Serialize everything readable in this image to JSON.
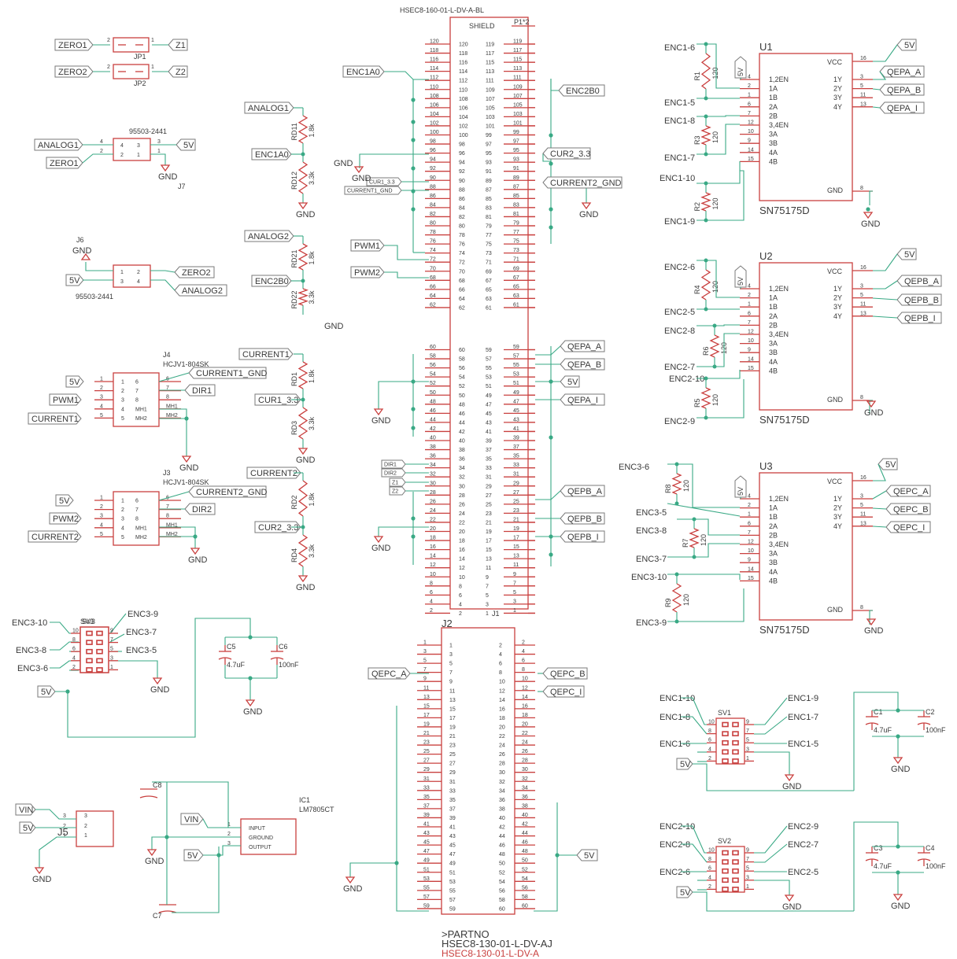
{
  "connectors": {
    "j1_top": "HSEC8-160-01-L-DV-A-BL",
    "j1_shield": "SHIELD",
    "j1_p1": "P1*2",
    "j1_name": "J1",
    "j2_name": "J2",
    "j2_partno": ">PARTNO",
    "j2_value1": "HSEC8-130-01-L-DV-AJ",
    "j2_value2": "HSEC8-130-01-L-DV-A"
  },
  "ic": {
    "u1": "U1",
    "u2": "U2",
    "u3": "U3",
    "part": "SN75175D",
    "vcc": "VCC",
    "gnd": "GND",
    "left_pins": [
      "1,2EN",
      "1A",
      "1B",
      "2A",
      "2B",
      "3,4EN",
      "3A",
      "3B",
      "4A",
      "4B"
    ],
    "left_nums": [
      "4",
      "2",
      "1",
      "6",
      "7",
      "12",
      "10",
      "9",
      "14",
      "15"
    ],
    "right_pins": [
      "1Y",
      "2Y",
      "3Y",
      "4Y"
    ],
    "right_nums": [
      "3",
      "5",
      "11",
      "13"
    ],
    "vcc_num": "16",
    "gnd_num": "8",
    "ic1": "IC1",
    "ic1_part": "LM7805CT",
    "reg_pins": [
      "INPUT",
      "GROUND",
      "OUTPUT"
    ]
  },
  "nets": {
    "zero1": "ZERO1",
    "zero2": "ZERO2",
    "z1": "Z1",
    "z2": "Z2",
    "analog1": "ANALOG1",
    "analog2": "ANALOG2",
    "enc1a0": "ENC1A0",
    "enc2b0": "ENC2B0",
    "pwm1": "PWM1",
    "pwm2": "PWM2",
    "current1": "CURRENT1",
    "current2": "CURRENT2",
    "current1_gnd": "CURRENT1_GND",
    "current2_gnd": "CURRENT2_GND",
    "cur1_33": "CUR1_3.3",
    "cur2_33": "CUR2_3.3",
    "dir1": "DIR1",
    "dir2": "DIR2",
    "v5": "5V",
    "vin": "VIN",
    "gnd": "GND",
    "qepa_a": "QEPA_A",
    "qepa_b": "QEPA_B",
    "qepa_i": "QEPA_I",
    "qepb_a": "QEPB_A",
    "qepb_b": "QEPB_B",
    "qepb_i": "QEPB_I",
    "qepc_a": "QEPC_A",
    "qepc_b": "QEPC_B",
    "qepc_i": "QEPC_I",
    "enc1": [
      "ENC1-5",
      "ENC1-6",
      "ENC1-7",
      "ENC1-8",
      "ENC1-9",
      "ENC1-10"
    ],
    "enc2": [
      "ENC2-5",
      "ENC2-6",
      "ENC2-7",
      "ENC2-8",
      "ENC2-9",
      "ENC2-10"
    ],
    "enc3": [
      "ENC3-5",
      "ENC3-6",
      "ENC3-7",
      "ENC3-8",
      "ENC3-9",
      "ENC3-10"
    ]
  },
  "parts": {
    "jp1": "JP1",
    "jp2": "JP2",
    "j7": "J7",
    "j6": "J6",
    "j5": "J5",
    "j4": "J4",
    "j3": "J3",
    "hcjv": "HCJV1-804SK",
    "molex": "95503-2441",
    "sv1": "SV1",
    "sv2": "SV2",
    "sv3": "SV3",
    "c1": "C1",
    "c2": "C2",
    "c3": "C3",
    "c4": "C4",
    "c5": "C5",
    "c6": "C6",
    "c7": "C7",
    "c8": "C8",
    "cap47": "4.7uF",
    "cap100": "100nF",
    "r1": "R1",
    "r2": "R2",
    "r3": "R3",
    "r4": "R4",
    "r5": "R5",
    "r6": "R6",
    "r7": "R7",
    "r8": "R8",
    "r9": "R9",
    "r120": "120",
    "rd1": "RD1",
    "rd2": "RD2",
    "rd3": "RD3",
    "rd4": "RD4",
    "rd11": "RD11",
    "rd12": "RD12",
    "rd21": "RD21",
    "rd22": "RD22",
    "r18k": "1.8k",
    "r33k": "3.3k",
    "mh1": "MH1",
    "mh2": "MH2"
  },
  "j1_left": [
    "120",
    "118",
    "116",
    "114",
    "112",
    "110",
    "108",
    "106",
    "104",
    "102",
    "100",
    "98",
    "96",
    "94",
    "92",
    "90",
    "88",
    "86",
    "84",
    "82",
    "80",
    "78",
    "76",
    "74",
    "72",
    "70",
    "68",
    "66",
    "64",
    "62",
    "60",
    "58",
    "56",
    "54",
    "52",
    "50",
    "48",
    "46",
    "44",
    "42",
    "40",
    "38",
    "36",
    "34",
    "32",
    "30",
    "28",
    "26",
    "24",
    "22",
    "20",
    "18",
    "16",
    "14",
    "12",
    "10",
    "8",
    "6",
    "4",
    "2"
  ],
  "j1_right": [
    "119",
    "117",
    "115",
    "113",
    "111",
    "109",
    "107",
    "105",
    "103",
    "101",
    "99",
    "97",
    "95",
    "93",
    "91",
    "89",
    "87",
    "85",
    "83",
    "81",
    "79",
    "77",
    "75",
    "73",
    "71",
    "69",
    "67",
    "65",
    "63",
    "61",
    "59",
    "57",
    "55",
    "53",
    "51",
    "49",
    "47",
    "45",
    "43",
    "41",
    "39",
    "37",
    "35",
    "33",
    "31",
    "29",
    "27",
    "25",
    "23",
    "21",
    "19",
    "17",
    "15",
    "13",
    "11",
    "9",
    "7",
    "5",
    "3",
    "1"
  ],
  "j2_left": [
    "1",
    "3",
    "5",
    "7",
    "9",
    "11",
    "13",
    "15",
    "17",
    "19",
    "21",
    "23",
    "25",
    "27",
    "29",
    "31",
    "33",
    "35",
    "37",
    "39",
    "41",
    "43",
    "45",
    "47",
    "49",
    "51",
    "53",
    "55",
    "57",
    "59"
  ],
  "j2_right": [
    "2",
    "4",
    "6",
    "8",
    "10",
    "12",
    "14",
    "16",
    "18",
    "20",
    "22",
    "24",
    "26",
    "28",
    "30",
    "32",
    "34",
    "36",
    "38",
    "40",
    "42",
    "44",
    "46",
    "48",
    "50",
    "52",
    "54",
    "56",
    "58",
    "60"
  ],
  "small_labels": {
    "cur1_33s": "CUR1_3.3",
    "cur1_gnds": "CURRENT1_GND",
    "dir1s": "DIR1",
    "dir2s": "DIR2",
    "z1s": "Z1",
    "z2s": "Z2"
  }
}
